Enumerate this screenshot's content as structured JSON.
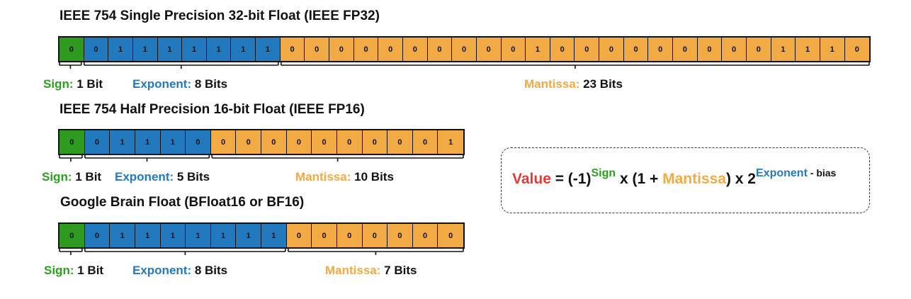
{
  "formats": [
    {
      "id": "fp32",
      "title": "IEEE 754 Single Precision 32-bit Float (IEEE FP32)",
      "sign_bits": [
        "0"
      ],
      "exponent_bits": [
        "0",
        "1",
        "1",
        "1",
        "1",
        "1",
        "1",
        "1"
      ],
      "mantissa_bits": [
        "0",
        "0",
        "0",
        "0",
        "0",
        "0",
        "0",
        "0",
        "0",
        "0",
        "1",
        "0",
        "0",
        "0",
        "0",
        "0",
        "0",
        "0",
        "0",
        "0",
        "1",
        "1",
        "1",
        "0"
      ],
      "sign_label": "Sign:",
      "sign_count": "1 Bit",
      "exponent_label": "Exponent:",
      "exponent_count": "8 Bits",
      "mantissa_label": "Mantissa:",
      "mantissa_count": "23 Bits"
    },
    {
      "id": "fp16",
      "title": "IEEE 754 Half Precision 16-bit Float (IEEE FP16)",
      "sign_bits": [
        "0"
      ],
      "exponent_bits": [
        "0",
        "1",
        "1",
        "1",
        "0"
      ],
      "mantissa_bits": [
        "0",
        "0",
        "0",
        "0",
        "0",
        "0",
        "0",
        "0",
        "0",
        "1"
      ],
      "sign_label": "Sign:",
      "sign_count": "1 Bit",
      "exponent_label": "Exponent:",
      "exponent_count": "5 Bits",
      "mantissa_label": "Mantissa:",
      "mantissa_count": "10 Bits"
    },
    {
      "id": "bf16",
      "title": "Google Brain Float (BFloat16 or BF16)",
      "sign_bits": [
        "0"
      ],
      "exponent_bits": [
        "0",
        "1",
        "1",
        "1",
        "1",
        "1",
        "1",
        "1"
      ],
      "mantissa_bits": [
        "0",
        "0",
        "0",
        "0",
        "0",
        "0",
        "0"
      ],
      "sign_label": "Sign:",
      "sign_count": "1 Bit",
      "exponent_label": "Exponent:",
      "exponent_count": "8 Bits",
      "mantissa_label": "Mantissa:",
      "mantissa_count": "7 Bits"
    }
  ],
  "formula": {
    "value": "Value",
    "eq": " = (-1)",
    "sign": "Sign",
    "mid": " x (1 + ",
    "mantissa": "Mantissa",
    "close": ") x 2",
    "exponent": "Exponent",
    "bias": " - bias"
  },
  "colors": {
    "sign": "#2e9a1f",
    "exponent": "#2379bd",
    "mantissa": "#f2aa45",
    "value": "#e53935"
  }
}
